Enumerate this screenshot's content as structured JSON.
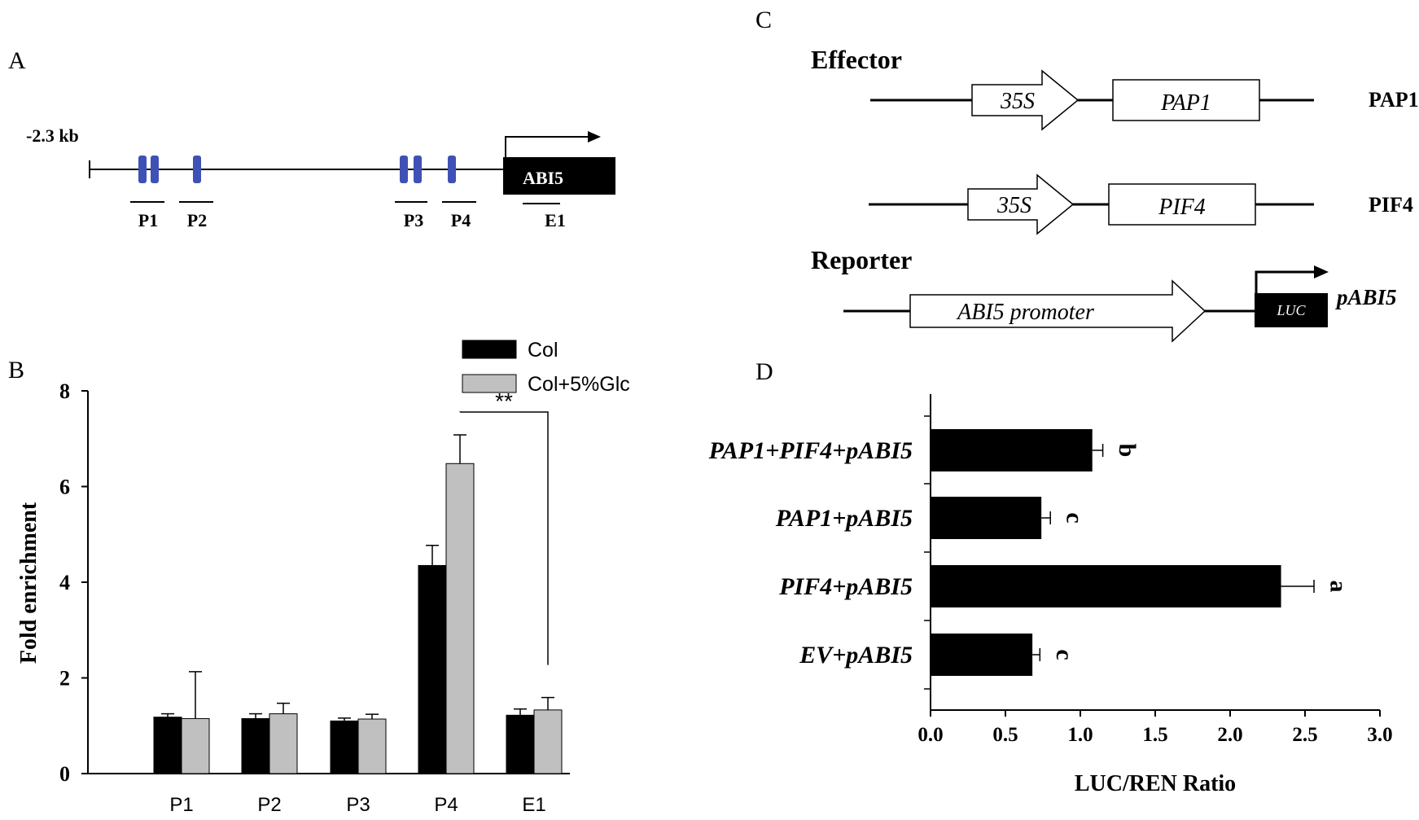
{
  "panels": {
    "A": {
      "letter": "A",
      "start_label": "-2.3 kb",
      "gene_label": "ABI5",
      "regions": [
        "P1",
        "P2",
        "P3",
        "P4",
        "E1"
      ],
      "motif_color": "#3f51b5"
    },
    "B": {
      "letter": "B"
    },
    "C": {
      "letter": "C",
      "effector_title": "Effector",
      "reporter_title": "Reporter",
      "constructs": [
        {
          "promoter": "35S",
          "gene": "PAP1",
          "name": "PAP1"
        },
        {
          "promoter": "35S",
          "gene": "PIF4",
          "name": "PIF4"
        }
      ],
      "reporter": {
        "promoter": "ABI5 promoter",
        "gene": "LUC",
        "name": "pABI5"
      }
    },
    "D": {
      "letter": "D"
    }
  },
  "chart_data": [
    {
      "type": "bar",
      "panel": "B",
      "categories": [
        "P1",
        "P2",
        "P3",
        "P4",
        "E1"
      ],
      "series": [
        {
          "name": "Col",
          "values": [
            1.18,
            1.15,
            1.1,
            4.35,
            1.22
          ],
          "errors": [
            0.07,
            0.1,
            0.06,
            0.42,
            0.13
          ],
          "color": "#000000"
        },
        {
          "name": "Col+5%Glc",
          "values": [
            1.15,
            1.25,
            1.14,
            6.48,
            1.33
          ],
          "errors": [
            0.98,
            0.22,
            0.1,
            0.6,
            0.26
          ],
          "color": "#c0c0c0"
        }
      ],
      "ylabel": "Fold enrichment",
      "ylim": [
        0,
        8
      ],
      "yticks": [
        0,
        2,
        4,
        6,
        8
      ],
      "significance": {
        "label": "**",
        "between": [
          "P4",
          "E1"
        ]
      },
      "legend": "top-right"
    },
    {
      "type": "bar",
      "orientation": "horizontal",
      "panel": "D",
      "categories": [
        "PAP1+PIF4+pABI5",
        "PAP1+pABI5",
        "PIF4+pABI5",
        "EV+pABI5"
      ],
      "values": [
        1.08,
        0.74,
        2.34,
        0.68
      ],
      "errors": [
        0.07,
        0.06,
        0.22,
        0.05
      ],
      "letters": [
        "b",
        "c",
        "a",
        "c"
      ],
      "xlabel": "LUC/REN Ratio",
      "xlim": [
        0,
        3.0
      ],
      "xticks": [
        "0.0",
        "0.5",
        "1.0",
        "1.5",
        "2.0",
        "2.5",
        "3.0"
      ],
      "color": "#000000"
    }
  ]
}
